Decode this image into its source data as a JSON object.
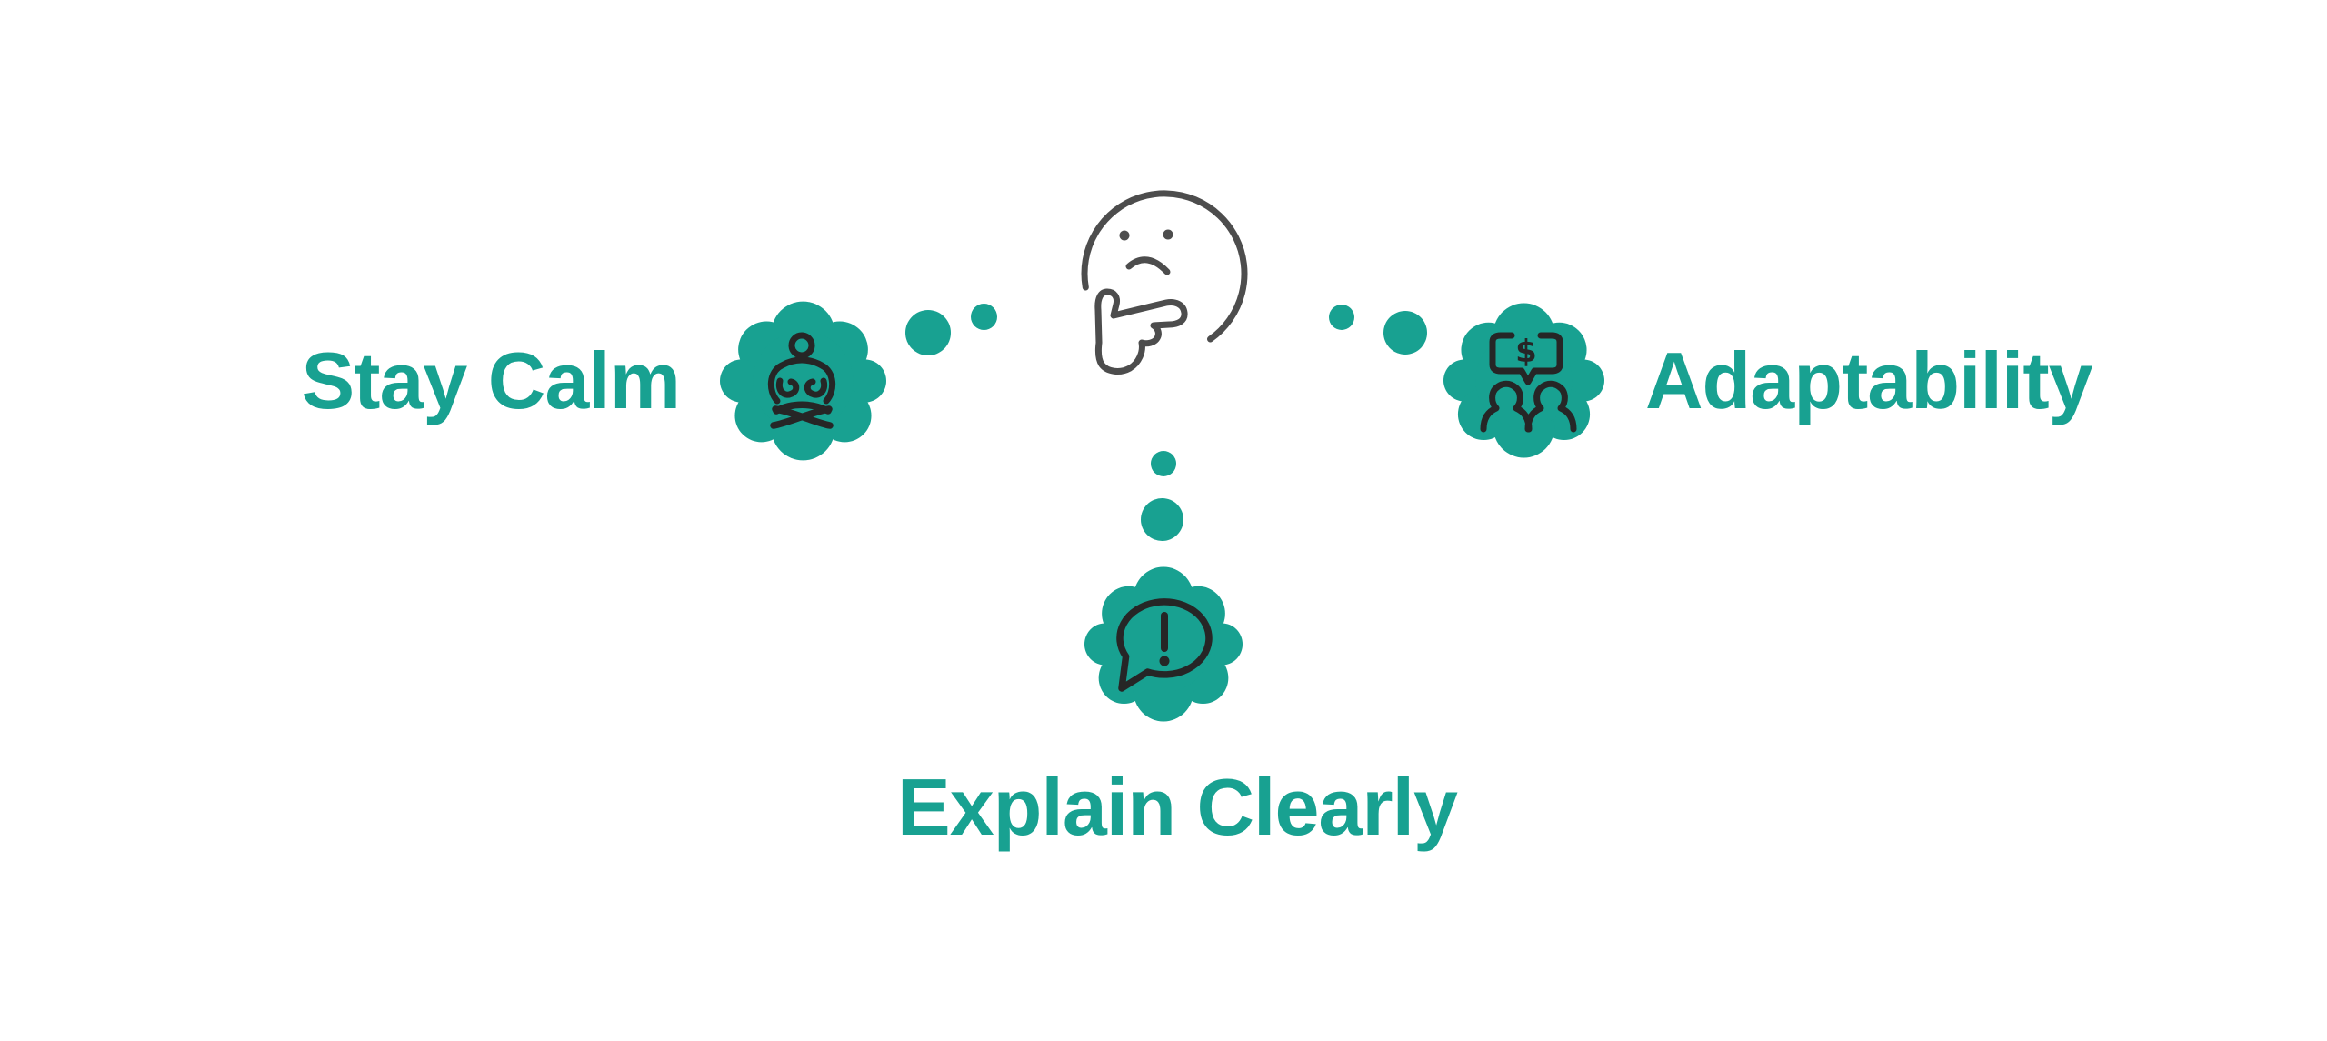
{
  "diagram": {
    "kind": "mind-map-infographic",
    "center_icon": "thinking-face-icon",
    "nodes": [
      {
        "label": "Stay Calm",
        "icon": "meditation-icon",
        "position": "left"
      },
      {
        "label": "Adaptability",
        "icon": "people-money-icon",
        "position": "right",
        "bubble_symbol": "$"
      },
      {
        "label": "Explain Clearly",
        "icon": "exclamation-bubble-icon",
        "position": "bottom",
        "bubble_symbol": "!"
      }
    ]
  },
  "colors": {
    "accent": "#18a191",
    "icon_dark": "#262626",
    "face_gray": "#4d4d4d",
    "background": "#ffffff"
  }
}
